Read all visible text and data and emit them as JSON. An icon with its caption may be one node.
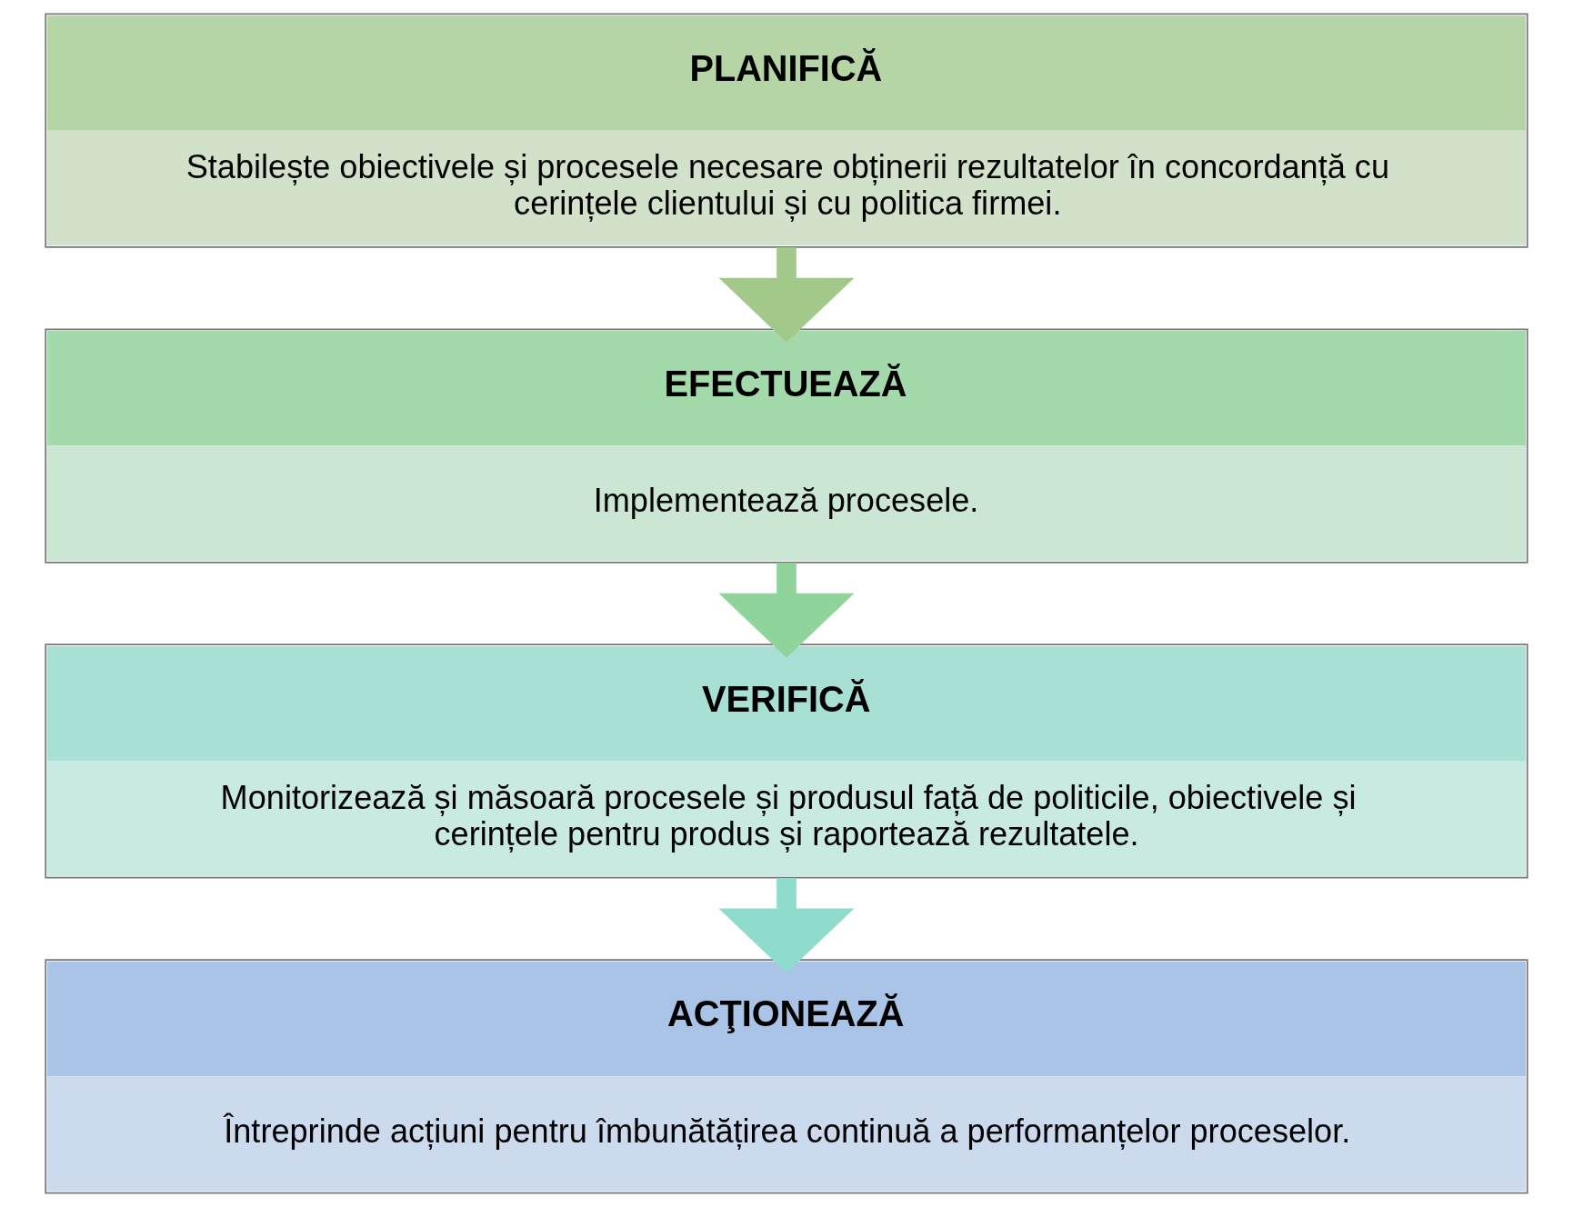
{
  "diagram": {
    "nodes": [
      {
        "text": [
          "PLANIFICĂ",
          "Stabilește obiectivele și procesele necesare obținerii rezultatelor în concordanță cu cerințele clientului și cu politica firmei."
        ]
      },
      {
        "text": [
          "EFECTUEAZĂ",
          "Implementează procesele."
        ]
      },
      {
        "text": [
          "VERIFICĂ",
          "Monitorizează și măsoară procesele și produsul față de politicile, obiectivele și cerințele pentru produs și raportează rezultatele."
        ]
      },
      {
        "text": [
          "ACŢIONEAZĂ",
          "Întreprinde acțiuni pentru îmbunătățirea continuă a performanțelor proceselor."
        ]
      }
    ],
    "edges": [
      {
        "from": 0,
        "to": 1,
        "arrow": "to"
      },
      {
        "from": 1,
        "to": 2,
        "arrow": "to"
      },
      {
        "from": 2,
        "to": 3,
        "arrow": "to"
      }
    ]
  }
}
